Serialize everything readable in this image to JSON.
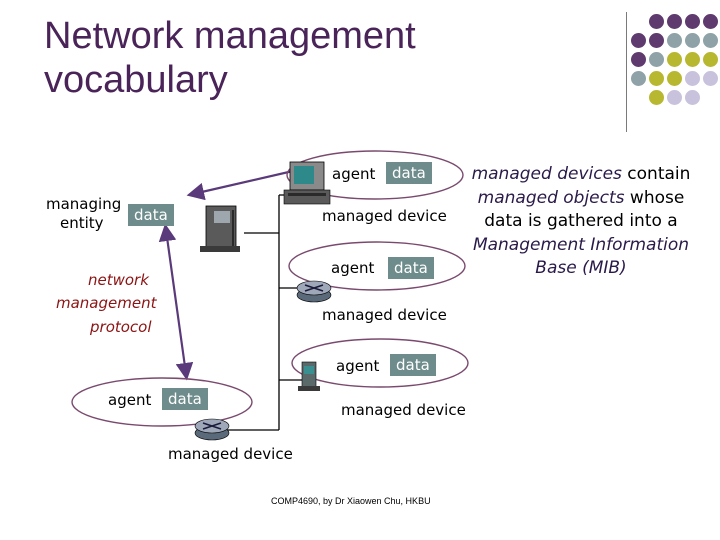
{
  "title_line1": "Network management",
  "title_line2": "vocabulary",
  "managing_entity": {
    "line1": "managing",
    "line2": "entity",
    "data": "data"
  },
  "protocol_label": {
    "line1": "network",
    "line2": "management",
    "line3": "protocol"
  },
  "devices": [
    {
      "agent": "agent",
      "data": "data",
      "label": "managed device"
    },
    {
      "agent": "agent",
      "data": "data",
      "label": "managed device"
    },
    {
      "agent": "agent",
      "data": "data",
      "label": "managed device"
    },
    {
      "agent": "agent",
      "data": "data",
      "label": "managed device"
    }
  ],
  "note": {
    "part1": "managed devices",
    "part2": " contain ",
    "part3": "managed objects",
    "part4": " whose data is gathered into a ",
    "part5": "Management Information Base (MIB)"
  },
  "footer": "COMP4690, by Dr Xiaowen Chu,  HKBU",
  "colors": {
    "title": "#4a2458",
    "data_box": "#6e8c8c",
    "arrow": "#5a3a7a",
    "dot_purple": "#5e3a6e",
    "dot_teal": "#8ea2a8",
    "dot_yellow": "#b8b830",
    "dot_lavender": "#c8c2dc"
  }
}
